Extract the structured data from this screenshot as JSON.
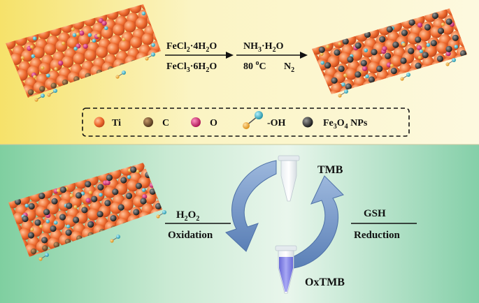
{
  "top_panel": {
    "step1": {
      "reagent_a": {
        "main": "FeCl",
        "sub1": "2",
        "mid": "·4H",
        "sub2": "2",
        "end": "O"
      },
      "reagent_b": {
        "main": "FeCl",
        "sub1": "3",
        "mid": "·6H",
        "sub2": "2",
        "end": "O"
      }
    },
    "step2": {
      "reagent_a": {
        "main": "NH",
        "sub1": "3",
        "end": "·H",
        "sub2": "2",
        "tail": "O"
      },
      "temperature": {
        "value": "80 ",
        "sup": "o",
        "unit": "C"
      },
      "gas": {
        "main": "N",
        "sub": "2"
      }
    }
  },
  "legend": {
    "ti": "Ti",
    "c": "C",
    "o": "O",
    "oh": "-OH",
    "fe3o4": {
      "a": "Fe",
      "s1": "3",
      "b": "O",
      "s2": "4",
      "c": " NPs"
    }
  },
  "bottom_panel": {
    "left_reagent": {
      "main": "H",
      "s1": "2",
      "b": "O",
      "s2": "2"
    },
    "left_label": "Oxidation",
    "right_reagent": "GSH",
    "right_label": "Reduction",
    "top_tube_label": "TMB",
    "bottom_tube_label": "OxTMB"
  },
  "colors": {
    "ti": "#ee6a2e",
    "c": "#6b4a2a",
    "o": "#d6186b",
    "oh_ball": "#f0a020",
    "oh_tip": "#29b3c7",
    "fe3o4": "#2a2a2a",
    "arrow": "#6f93c6",
    "oxtmb": "#7f7fe6"
  }
}
